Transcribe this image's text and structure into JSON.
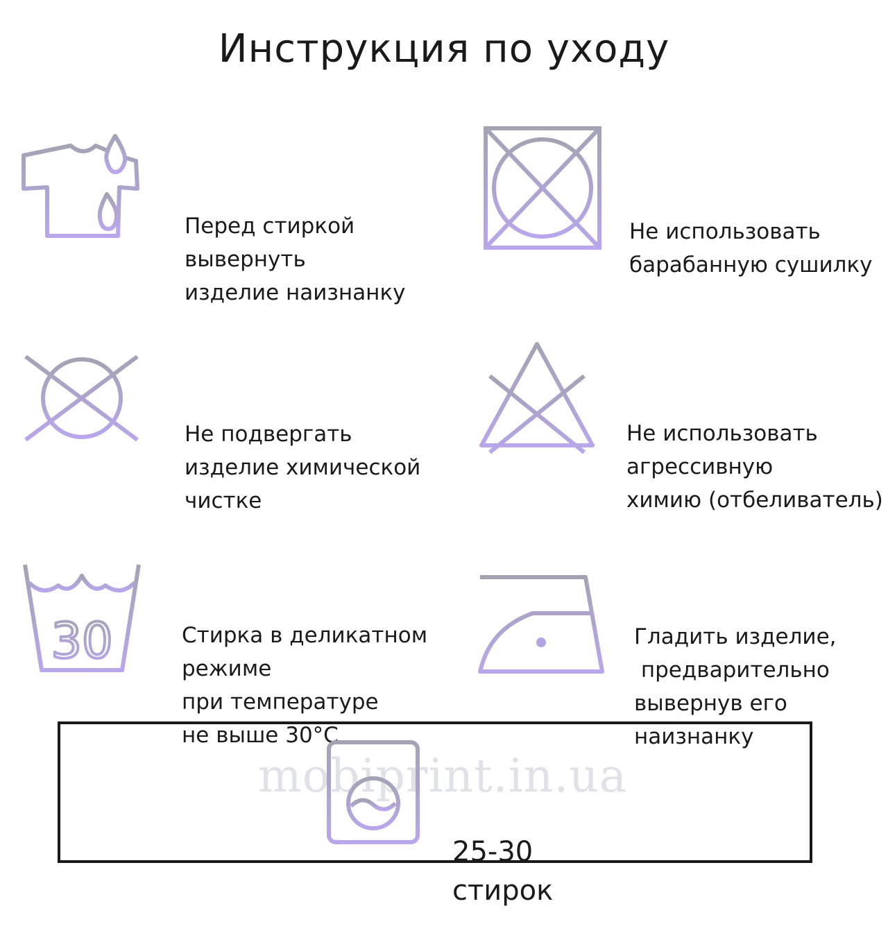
{
  "title": "Инструкция по уходу",
  "colors": {
    "accent": "#b3a4e6",
    "icon_shade": "#a3a3b4",
    "text": "#1a1a1a"
  },
  "care": [
    {
      "icon": "tshirt-drop-icon",
      "lines": [
        "Перед стиркой",
        "вывернуть",
        "изделие наизнанку"
      ]
    },
    {
      "icon": "no-tumble-dry-icon",
      "lines": [
        "Не использовать",
        "барабанную сушилку"
      ]
    },
    {
      "icon": "no-dry-clean-icon",
      "lines": [
        "Не подвергать",
        "изделие химической",
        "чистке"
      ]
    },
    {
      "icon": "no-bleach-icon",
      "lines": [
        "Не использовать",
        "агрессивную",
        "химию (отбеливатель)"
      ]
    },
    {
      "icon": "wash-30-icon",
      "number": "30",
      "lines": [
        "Стирка в деликатном",
        "режиме",
        "при температуре",
        "не выше 30°C"
      ]
    },
    {
      "icon": "iron-icon",
      "lines": [
        "Гладить изделие,",
        " предварительно",
        "вывернув его",
        "наизнанку"
      ]
    }
  ],
  "counter": {
    "icon": "washing-machine-icon",
    "lines": [
      "25-30",
      "стирок"
    ]
  },
  "watermark": "mobiprint.in.ua"
}
